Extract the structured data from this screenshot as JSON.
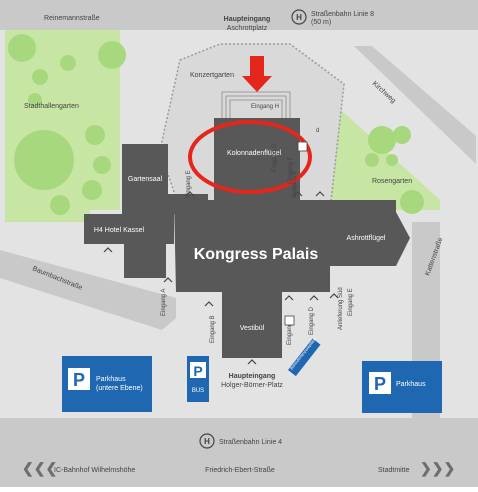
{
  "colors": {
    "background": "#e3e3e3",
    "road": "#c9c9c9",
    "building": "#585858",
    "park": "#c7e6a4",
    "tree": "#a8d87e",
    "parking": "#1f67b1",
    "highlight": "#e5261c",
    "label": "#444444"
  },
  "streets": {
    "top": "Reinemannstraße",
    "bottom": "Friedrich-Ebert-Straße",
    "right_diagonal": "Kirchweg",
    "right_lower": "Kattenstraße",
    "left_diagonal": "Baumbachstraße"
  },
  "transit": {
    "tram_top_line1": "Straßenbahn Linie 8",
    "tram_top_line2": "(50 m)",
    "tram_bottom": "Straßenbahn Linie 4",
    "tram_icon": "H"
  },
  "navigation": {
    "left": "IC-Bahnhof Wilhelmshöhe",
    "right": "Stadtmitte"
  },
  "parks": {
    "stadthallengarten": "Stadthallengarten",
    "konzertgarten": "Konzertgarten",
    "rosengarten": "Rosengarten"
  },
  "buildings": {
    "main": "Kongress Palais",
    "kolonnadenfluegel": "Kolonnadenflügel",
    "gartensaal": "Gartensaal",
    "hotel": "H4 Hotel Kassel",
    "asch": "Ashrottflügel",
    "vestibuel": "Vestibül"
  },
  "entrances": {
    "haupteingang_top_line1": "Haupteingang",
    "haupteingang_top_line2": "Aschrottplatz",
    "haupteingang_bottom_line1": "Haupteingang",
    "haupteingang_bottom_line2": "Holger-Börner-Platz",
    "eingang_a": "Eingang A",
    "eingang_b": "Eingang B",
    "eingang_c": "Eingang C",
    "eingang_d": "Eingang D",
    "eingang_e": "Eingang E",
    "eingang_f": "Eingang F",
    "eingang_g": "Eingang G",
    "eingang_h": "Eingang H",
    "eingang_e_top": "Eingang E",
    "eingang_partial": "d",
    "anlieferung": "Anlieferung Süd",
    "behindert": "Behindertenparkplätze"
  },
  "parking": {
    "left_line1": "Parkhaus",
    "left_line2": "(untere Ebene)",
    "right": "Parkhaus",
    "bus": "BUS",
    "p": "P"
  }
}
